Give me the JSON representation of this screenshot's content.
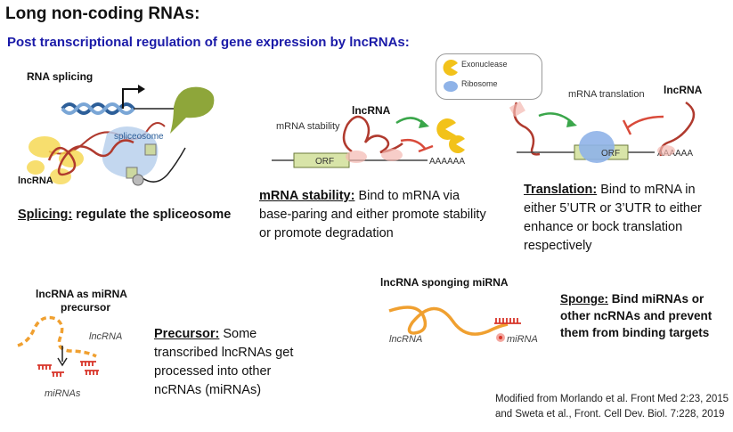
{
  "title": "Long non-coding RNAs:",
  "subtitle": "Post transcriptional regulation of gene expression by lncRNAs:",
  "splicing": {
    "diagram_title": "RNA splicing",
    "spliceosome_label": "spliceosome",
    "lncrna_label": "lncRNA",
    "caption_head": "Splicing:",
    "caption_text": " regulate the spliceosome"
  },
  "stability": {
    "diagram_title": "mRNA stability",
    "lncrna_label": "lncRNA",
    "orf_label": "ORF",
    "polya_label": "AAAAAA",
    "caption_head": "mRNA stability:",
    "caption_text": " Bind to mRNA via base-paring and either promote stability or promote degradation"
  },
  "translation": {
    "legend_exonuclease": "Exonuclease",
    "legend_ribosome": "Ribosome",
    "diagram_title": "mRNA translation",
    "lncrna_label": "lncRNA",
    "orf_label": "ORF",
    "polya_label": "AAAAAA",
    "caption_head": "Translation:",
    "caption_text": " Bind to mRNA in either 5’UTR or 3’UTR to either enhance or bock translation respectively"
  },
  "precursor": {
    "diagram_title_1": "lncRNA as miRNA",
    "diagram_title_2": "precursor",
    "lncrna_label": "lncRNA",
    "mirnas_label": "miRNAs",
    "caption_head": "Precursor:",
    "caption_text": " Some transcribed lncRNAs get processed into other ncRNAs (miRNAs)"
  },
  "sponge": {
    "diagram_title": "lncRNA sponging miRNA",
    "lncrna_label": "lncRNA",
    "mirna_label": "miRNA",
    "caption_head": "Sponge:",
    "caption_text": " Bind miRNAs or other ncRNAs and prevent them from binding targets"
  },
  "credit": {
    "line1": "Modified from Morlando et al. Front Med 2:23, 2015",
    "line2": "and Sweta et al., Front. Cell Dev. Biol. 7:228, 2019"
  },
  "colors": {
    "subtitle_blue": "#1a1aa8",
    "lncrna_red": "#b03a2e",
    "orf_green": "#d8e4a8",
    "exonuclease_yellow": "#f2c21a",
    "ribosome_blue": "#8fb3e8",
    "arrow_green": "#3aa64a",
    "inhibit_red": "#d94a3a",
    "precursor_orange": "#f0a030",
    "mirna_red": "#d8352a"
  }
}
